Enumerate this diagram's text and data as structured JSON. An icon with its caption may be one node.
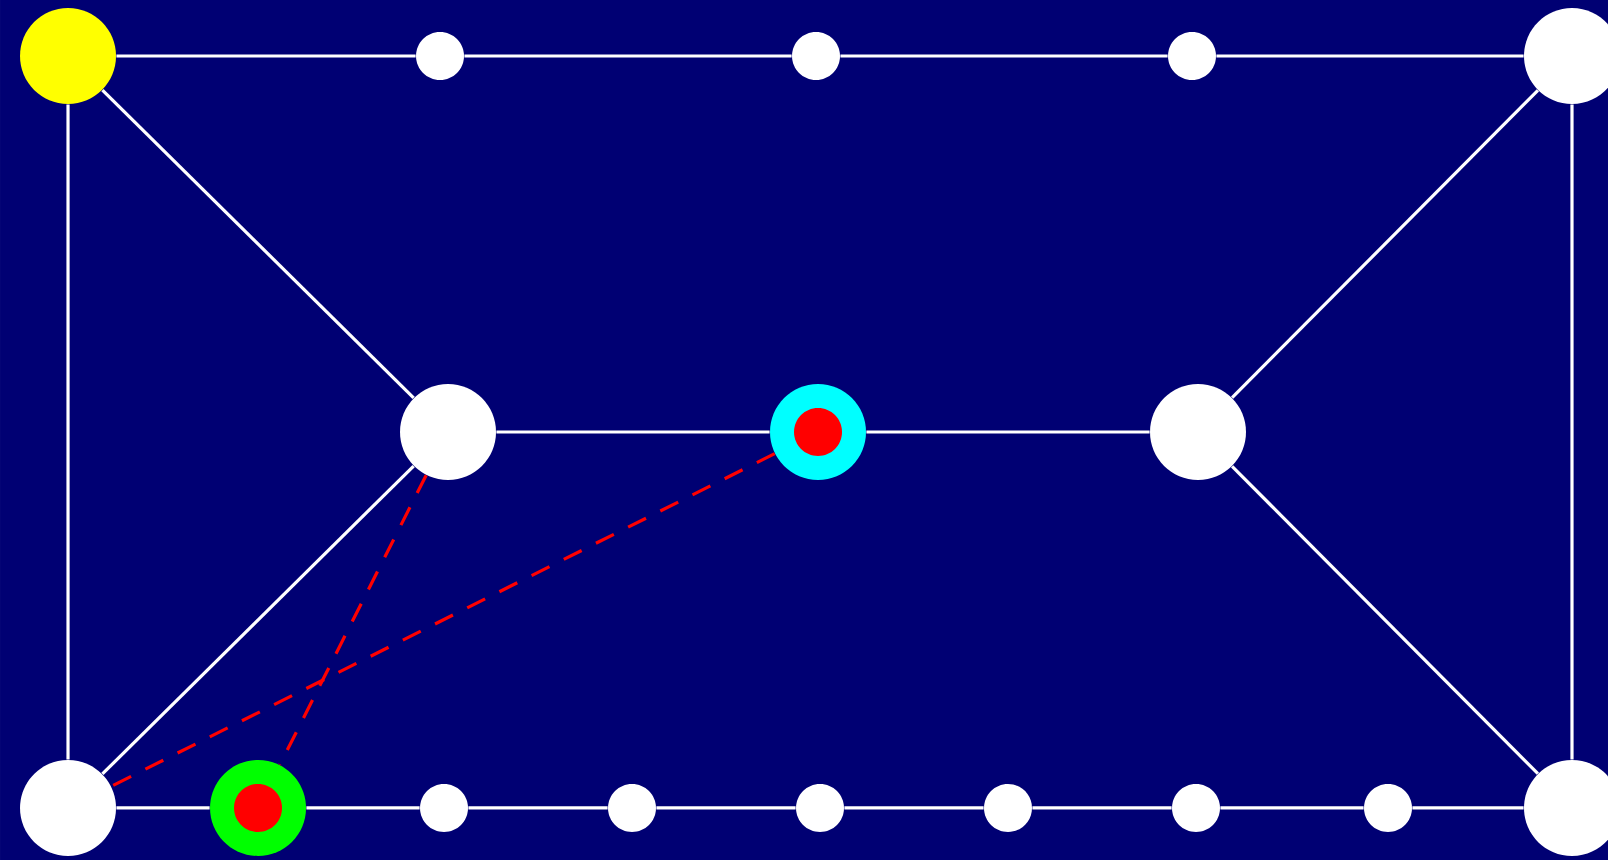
{
  "diagram": {
    "nodes": [
      {
        "text": [],
        "shape": "circle"
      },
      {
        "text": [],
        "shape": "circle"
      },
      {
        "text": [],
        "shape": "circle"
      },
      {
        "text": [],
        "shape": "circle"
      },
      {
        "text": [],
        "shape": "circle"
      },
      {
        "text": [],
        "shape": "circle"
      },
      {
        "text": [],
        "shape": "circle"
      },
      {
        "text": [],
        "shape": "circle"
      },
      {
        "text": [],
        "shape": "circle"
      },
      {
        "text": [],
        "shape": "circle"
      },
      {
        "text": [],
        "shape": "circle"
      },
      {
        "text": [],
        "shape": "circle"
      },
      {
        "text": [],
        "shape": "circle"
      },
      {
        "text": [],
        "shape": "circle"
      },
      {
        "text": [],
        "shape": "circle"
      },
      {
        "text": [],
        "shape": "circle"
      },
      {
        "text": [],
        "shape": "circle"
      }
    ],
    "edges": [
      {
        "from": 0,
        "to": 1,
        "arrow": "none"
      },
      {
        "from": 1,
        "to": 2,
        "arrow": "none"
      },
      {
        "from": 2,
        "to": 3,
        "arrow": "none"
      },
      {
        "from": 3,
        "to": 4,
        "arrow": "none"
      },
      {
        "from": 0,
        "to": 8,
        "arrow": "none"
      },
      {
        "from": 4,
        "to": 16,
        "arrow": "none"
      },
      {
        "from": 0,
        "to": 5,
        "arrow": "none"
      },
      {
        "from": 4,
        "to": 7,
        "arrow": "none"
      },
      {
        "from": 5,
        "to": 6,
        "arrow": "none"
      },
      {
        "from": 6,
        "to": 7,
        "arrow": "none"
      },
      {
        "from": 5,
        "to": 8,
        "arrow": "none"
      },
      {
        "from": 7,
        "to": 16,
        "arrow": "none"
      },
      {
        "from": 8,
        "to": 9,
        "arrow": "none"
      },
      {
        "from": 9,
        "to": 10,
        "arrow": "none"
      },
      {
        "from": 10,
        "to": 11,
        "arrow": "none"
      },
      {
        "from": 11,
        "to": 12,
        "arrow": "none"
      },
      {
        "from": 12,
        "to": 13,
        "arrow": "none"
      },
      {
        "from": 13,
        "to": 14,
        "arrow": "none"
      },
      {
        "from": 14,
        "to": 15,
        "arrow": "none"
      },
      {
        "from": 15,
        "to": 16,
        "arrow": "none"
      },
      {
        "from": 5,
        "to": 9,
        "arrow": "none",
        "style": "dashed",
        "color": "#ff0000"
      },
      {
        "from": 6,
        "to": 8,
        "arrow": "none",
        "style": "dashed",
        "color": "#ff0000"
      }
    ]
  }
}
